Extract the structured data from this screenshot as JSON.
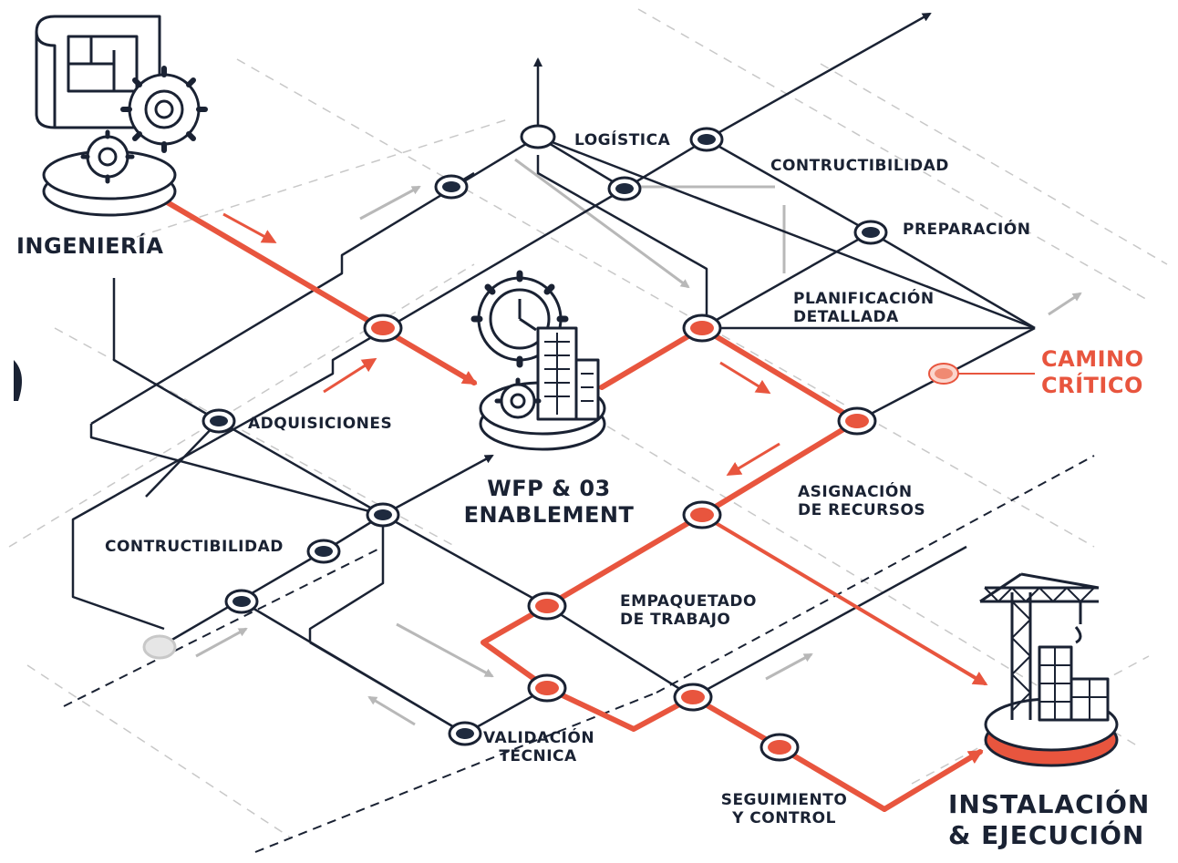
{
  "colors": {
    "critical": "#e8553e",
    "line": "#1a2233",
    "node_dark": "#1e2a3e",
    "guide": "#b8b8b8"
  },
  "icons": {
    "engineering": "blueprint-gears-icon",
    "center": "clock-gear-building-icon",
    "execution": "crane-building-icon"
  },
  "labels": {
    "ingenieria": "INGENIERÍA",
    "logistica": "LOGÍSTICA",
    "contructibilidad_top": "CONTRUCTIBILIDAD",
    "preparacion": "PREPARACIÓN",
    "planificacion_1": "PLANIFICACIÓN",
    "planificacion_2": "DETALLADA",
    "camino_1": "CAMINO",
    "camino_2": "CRÍTICO",
    "adquisiciones": "ADQUISICIONES",
    "wfp_1": "WFP & 03",
    "wfp_2": "ENABLEMENT",
    "asignacion_1": "ASIGNACIÓN",
    "asignacion_2": "DE RECURSOS",
    "contructibilidad_left": "CONTRUCTIBILIDAD",
    "empaquetado_1": "EMPAQUETADO",
    "empaquetado_2": "DE TRABAJO",
    "validacion_1": "VALIDACIÓN",
    "validacion_2": "TECNICA",
    "seguimiento_1": "SEGUIMIENTO",
    "seguimiento_2": "Y CONTROL",
    "instalacion_1": "INSTALACIÓN",
    "instalacion_2": "& EJECUCIÓN"
  }
}
